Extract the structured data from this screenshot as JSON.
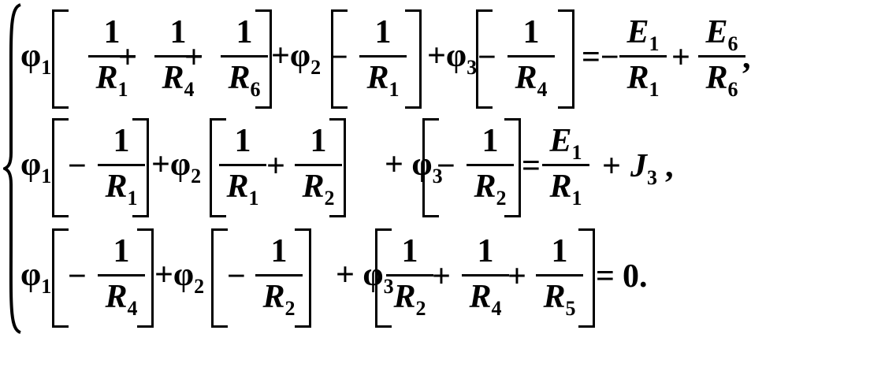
{
  "equations": [
    {
      "terms": [
        {
          "coef": "φ",
          "coef_sub": "1",
          "fracs": [
            {
              "sign": "",
              "num": "1",
              "den": "R",
              "den_sub": "1"
            },
            {
              "sign": "+",
              "num": "1",
              "den": "R",
              "den_sub": "4"
            },
            {
              "sign": "+",
              "num": "1",
              "den": "R",
              "den_sub": "6"
            }
          ]
        },
        {
          "coef": "+φ",
          "coef_sub": "2",
          "fracs": [
            {
              "sign": "−",
              "num": "1",
              "den": "R",
              "den_sub": "1"
            }
          ]
        },
        {
          "coef": "+φ",
          "coef_sub": "3",
          "fracs": [
            {
              "sign": "−",
              "num": "1",
              "den": "R",
              "den_sub": "4"
            }
          ]
        }
      ],
      "rhs": {
        "eq": "=−",
        "f1_num": "E",
        "f1_num_sub": "1",
        "f1_den": "R",
        "f1_den_sub": "1",
        "plus": "+",
        "f2_num": "E",
        "f2_num_sub": "6",
        "f2_den": "R",
        "f2_den_sub": "6",
        "tail": ","
      }
    },
    {
      "terms": [
        {
          "coef": "φ",
          "coef_sub": "1",
          "fracs": [
            {
              "sign": "−",
              "num": "1",
              "den": "R",
              "den_sub": "1"
            }
          ]
        },
        {
          "coef": "+φ",
          "coef_sub": "2",
          "fracs": [
            {
              "sign": "",
              "num": "1",
              "den": "R",
              "den_sub": "1"
            },
            {
              "sign": "+",
              "num": "1",
              "den": "R",
              "den_sub": "2"
            }
          ]
        },
        {
          "coef": "+ φ",
          "coef_sub": "3",
          "fracs": [
            {
              "sign": "−",
              "num": "1",
              "den": "R",
              "den_sub": "2"
            }
          ]
        }
      ],
      "rhs": {
        "eq": "=",
        "f1_num": "E",
        "f1_num_sub": "1",
        "f1_den": "R",
        "f1_den_sub": "1",
        "plus": "+",
        "j": "J",
        "j_sub": "3",
        "tail": ","
      }
    },
    {
      "terms": [
        {
          "coef": "φ",
          "coef_sub": "1",
          "fracs": [
            {
              "sign": "−",
              "num": "1",
              "den": "R",
              "den_sub": "4"
            }
          ]
        },
        {
          "coef": "+φ",
          "coef_sub": "2",
          "fracs": [
            {
              "sign": "−",
              "num": "1",
              "den": "R",
              "den_sub": "2"
            }
          ]
        },
        {
          "coef": "+ φ",
          "coef_sub": "3",
          "fracs": [
            {
              "sign": "",
              "num": "1",
              "den": "R",
              "den_sub": "2"
            },
            {
              "sign": "+",
              "num": "1",
              "den": "R",
              "den_sub": "4"
            },
            {
              "sign": "+",
              "num": "1",
              "den": "R",
              "den_sub": "5"
            }
          ]
        }
      ],
      "rhs": {
        "eq": "=",
        "value": "0."
      }
    }
  ]
}
